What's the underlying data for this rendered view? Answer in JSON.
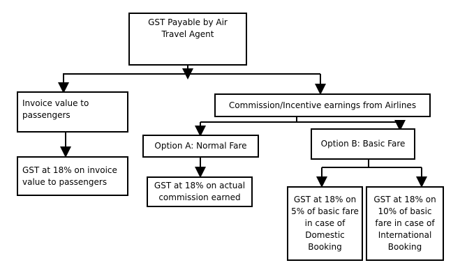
{
  "diagram": {
    "root": {
      "label": "GST Payable by Air Travel Agent"
    },
    "invoice_value": {
      "label": "Invoice value to passengers"
    },
    "commission": {
      "label": "Commission/Incentive earnings from Airlines"
    },
    "gst_invoice": {
      "label": "GST at 18% on invoice value to passengers"
    },
    "option_a": {
      "label": "Option A:  Normal Fare"
    },
    "option_b": {
      "label": "Option B:  Basic Fare"
    },
    "gst_commission": {
      "label": "GST at 18% on actual commission earned"
    },
    "gst_domestic": {
      "label": "GST at 18% on 5% of basic fare in case of Domestic Booking"
    },
    "gst_international": {
      "label": "GST at 18% on 10% of basic fare in case of International Booking"
    }
  },
  "colors": {
    "line": "#000000",
    "box_border": "#000000",
    "background": "#ffffff"
  }
}
